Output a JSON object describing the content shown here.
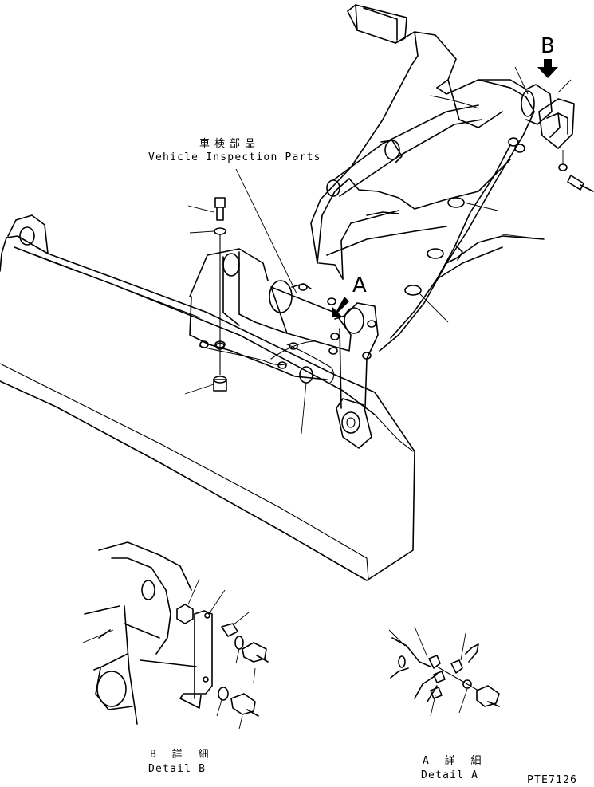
{
  "labels": {
    "parts_jp": "車検部品",
    "parts_en": "Vehicle Inspection Parts",
    "view_a": "A",
    "view_b": "B",
    "detail_b_jp": "B 詳 細",
    "detail_b_en": "Detail B",
    "detail_a_jp": "A 詳 細",
    "detail_a_en": "Detail A",
    "drawing_number": "PTE7126"
  }
}
